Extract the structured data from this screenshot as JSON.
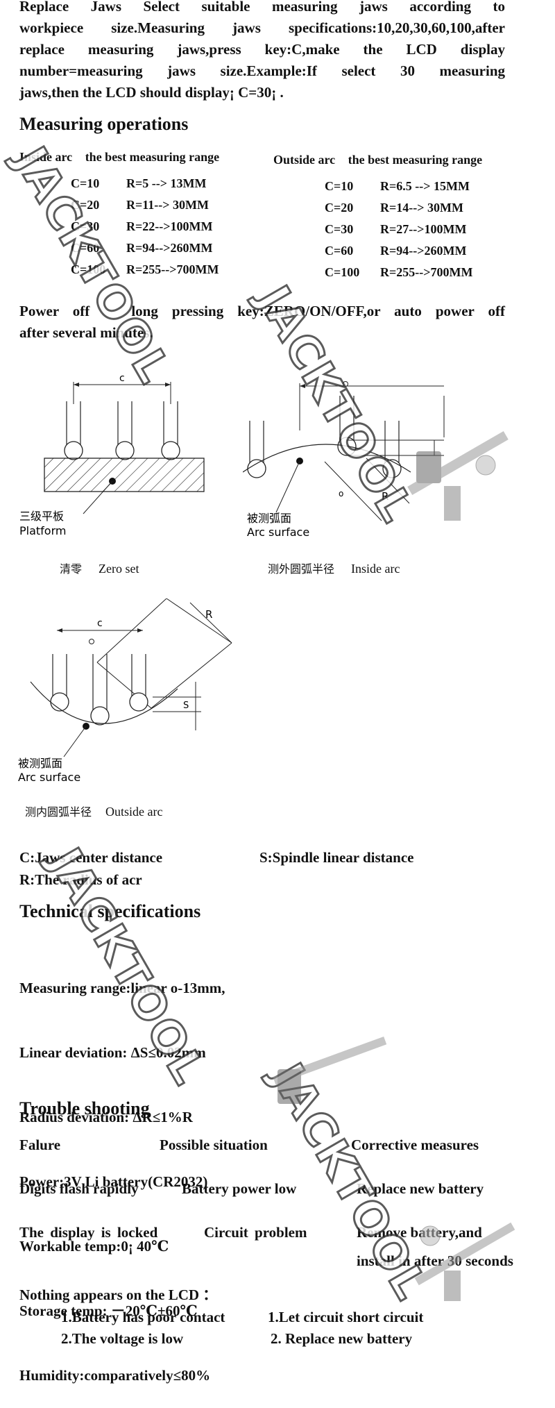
{
  "intro": {
    "lines": [
      "Replace Jaws Select suitable measuring jaws according to",
      "workpiece size.Measuring jaws specifications:10,20,30,60,100,after",
      "replace measuring jaws,press key:C,make the LCD display",
      "number=measuring jaws size.Example:If select 30 measuring",
      "jaws,then the LCD should display¡ C=30¡ ."
    ]
  },
  "measuring": {
    "heading": "Measuring operations",
    "inside": {
      "label": "Inside arc",
      "range_label": "the best measuring range",
      "rows": [
        {
          "c": "C=10",
          "r": "R=5 --> 13MM"
        },
        {
          "c": "C=20",
          "r": "R=11--> 30MM"
        },
        {
          "c": "C=30",
          "r": "R=22-->100MM"
        },
        {
          "c": "C=60",
          "r": "R=94-->260MM"
        },
        {
          "c": "C=100",
          "r": "R=255-->700MM"
        }
      ]
    },
    "outside": {
      "label": "Outside arc",
      "range_label": "the best measuring range",
      "rows": [
        {
          "c": "C=10",
          "r": "R=6.5 --> 15MM"
        },
        {
          "c": "C=20",
          "r": "R=14--> 30MM"
        },
        {
          "c": "C=30",
          "r": "R=27-->100MM"
        },
        {
          "c": "C=60",
          "r": "R=94-->260MM"
        },
        {
          "c": "C=100",
          "r": "R=255-->700MM"
        }
      ]
    }
  },
  "power": {
    "line1": "Power off   long pressing key:ZERO/ON/OFF,or auto power off",
    "line2": "after several minutes."
  },
  "diagrams": {
    "dim_c": "c",
    "dim_r": "R",
    "dim_s": "S",
    "dim_o": "o",
    "zero": {
      "cn": "三级平板",
      "en": "Platform",
      "caption_cn": "清零",
      "caption_en": "Zero set"
    },
    "inside": {
      "cn": "被测弧面",
      "en": "Arc surface",
      "caption_cn": "测外圆弧半径",
      "caption_en": "Inside arc"
    },
    "outside": {
      "cn": "被测弧面",
      "en": "Arc surface",
      "caption_cn": "测内圆弧半径",
      "caption_en": "Outside arc"
    }
  },
  "legend": {
    "c": "C:Jaws center distance",
    "s": "S:Spindle linear distance",
    "r": "R:The radius of acr"
  },
  "tech": {
    "heading": "Technical specifications",
    "items": [
      "Measuring range:linear o-13mm,",
      "Linear deviation: ΔS≤0.02mm",
      "Radius deviation: ΔR≤1%R",
      "Power:3V Li battery(CR2032)",
      "Workable temp:0¡ 40℃",
      "Storage temp: －20℃±60℃",
      "Humidity:comparatively≤80%"
    ]
  },
  "trouble": {
    "heading": "Trouble shooting",
    "headers": [
      "Falure",
      "Possible situation",
      "Corrective measures"
    ],
    "rows": [
      {
        "a": "Digits flash rapidly",
        "b": "Battery power low",
        "c": "Replace new battery",
        "c2": ""
      },
      {
        "a": "The display is locked",
        "b": "Circuit problem",
        "c": "Remove battery,and",
        "c2": "install in after 30 seconds"
      }
    ],
    "nothing": "Nothing appears on the LCD ：",
    "causes": [
      {
        "a": "1.Battery has poor contact",
        "b": "1.Let circuit short circuit"
      },
      {
        "a": "2.The voltage is low",
        "b": "2. Replace new battery"
      }
    ]
  },
  "watermark": "JACKTOOL"
}
